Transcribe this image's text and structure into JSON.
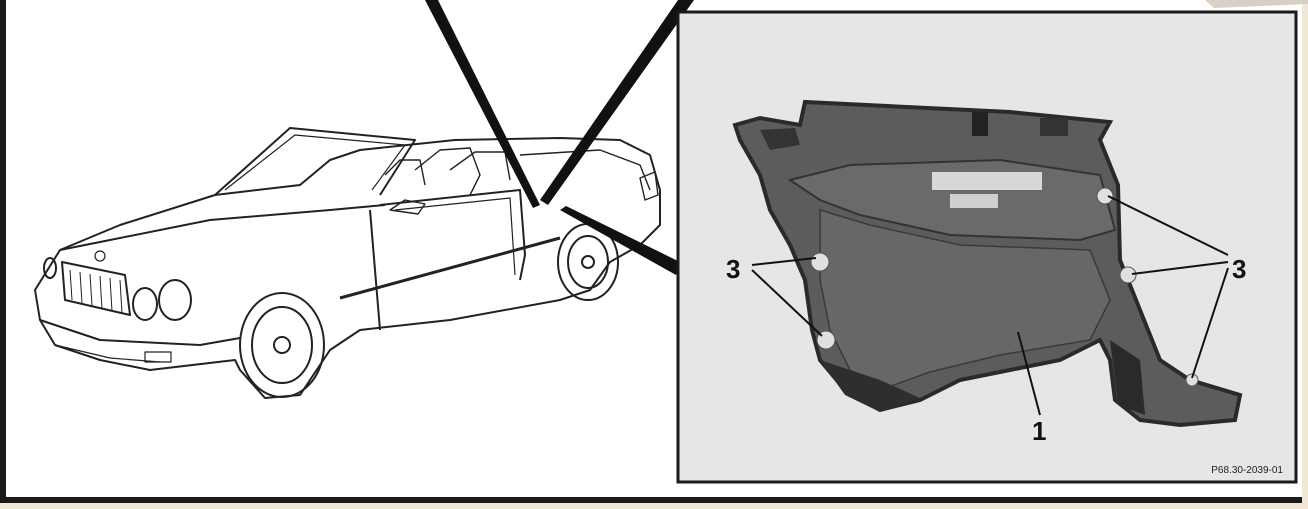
{
  "figure": {
    "callouts": {
      "left_3": "3",
      "right_3": "3",
      "bottom_1": "1"
    },
    "reference_code": "P68.30-2039-01"
  },
  "colors": {
    "background": "#ffffff",
    "page_border": "#f3e6d7",
    "frame_line": "#1a1a1a",
    "inset_bg": "#e6e6e6",
    "trim_panel": "#5c5c5c",
    "trim_edge": "#2a2a2a"
  }
}
